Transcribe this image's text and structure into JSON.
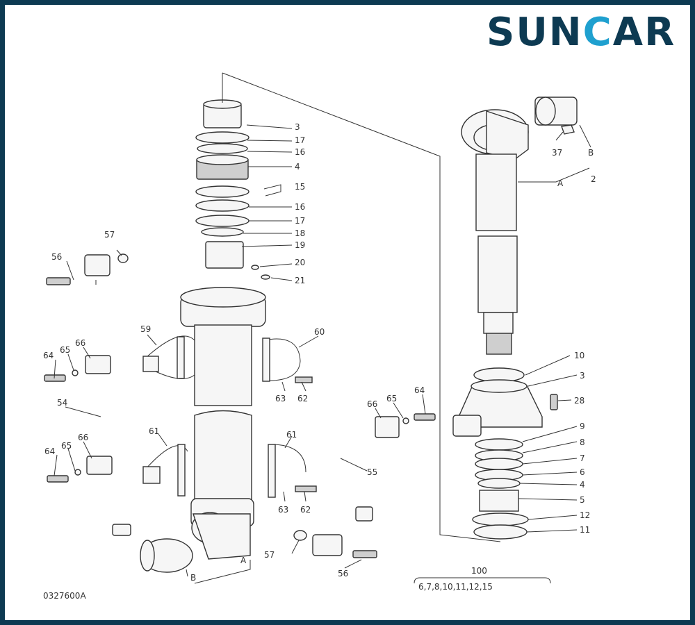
{
  "logo": {
    "part1": "SUN",
    "part2": "C",
    "part3": "AR"
  },
  "drawing_code": "0327600A",
  "kit": {
    "number": "100",
    "contents": "6,7,8,10,11,12,15"
  },
  "labels": {
    "l3a": "3",
    "l17a": "17",
    "l16a": "16",
    "l4a": "4",
    "l15": "15",
    "l16b": "16",
    "l17b": "17",
    "l18": "18",
    "l19": "19",
    "l20": "20",
    "l21": "21",
    "l57a": "57",
    "l56a": "56",
    "l59": "59",
    "l60": "60",
    "l64a": "64",
    "l65a": "65",
    "l66a": "66",
    "l63a": "63",
    "l62a": "62",
    "l54": "54",
    "l64b": "64",
    "l65b": "65",
    "l66b": "66",
    "l61a": "61",
    "l61b": "61",
    "l63b": "63",
    "l62b": "62",
    "l55": "55",
    "l66c": "66",
    "l65c": "65",
    "l64c": "64",
    "l57b": "57",
    "l56b": "56",
    "lAa": "A",
    "lBa": "B",
    "l37": "37",
    "lBb": "B",
    "lAb": "A",
    "l2": "2",
    "l10": "10",
    "l3b": "3",
    "l28": "28",
    "l9": "9",
    "l8": "8",
    "l7": "7",
    "l6": "6",
    "l4b": "4",
    "l5": "5",
    "l12": "12",
    "l11": "11"
  }
}
